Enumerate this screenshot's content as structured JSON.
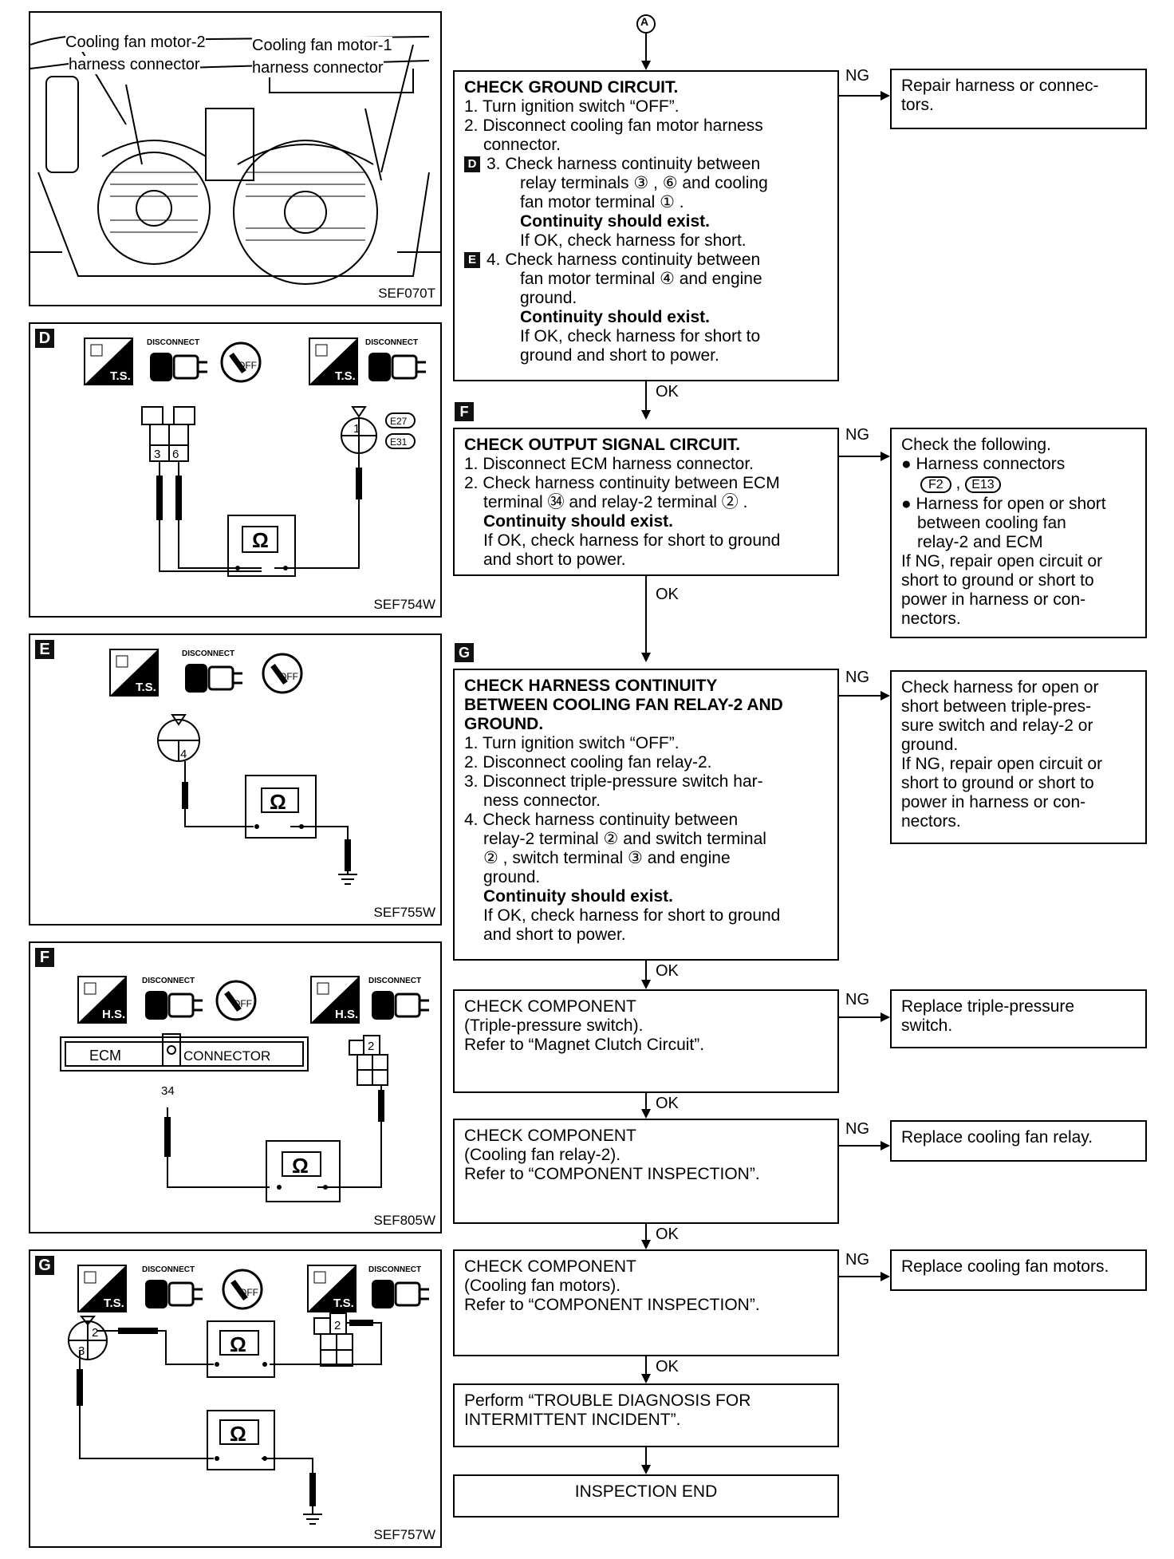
{
  "top_marker": "A",
  "photo_panel": {
    "label_motor2": "Cooling fan motor-2",
    "label_motor2_b": "harness connector",
    "label_motor1": "Cooling fan motor-1",
    "label_motor1_b": "harness connector",
    "code": "SEF070T"
  },
  "panel_d": {
    "letter": "D",
    "code": "SEF754W",
    "pins": [
      "3",
      "6"
    ],
    "motor_pin": "1",
    "conn1": "E27",
    "conn2": "E31"
  },
  "panel_e": {
    "letter": "E",
    "code": "SEF755W",
    "pin": "4"
  },
  "panel_f": {
    "letter": "F",
    "code": "SEF805W",
    "ecm": "ECM",
    "connector": "CONNECTOR",
    "pin": "34",
    "relay_pin": "2"
  },
  "panel_g": {
    "letter": "G",
    "code": "SEF757W",
    "pin_a": "2",
    "pin_b": "3",
    "relay_pin": "2"
  },
  "icons": {
    "ts": "T.S.",
    "hs": "H.S.",
    "disconnect": "DISCONNECT",
    "off": "OFF",
    "ohm": "Ω"
  },
  "flow": {
    "ng": "NG",
    "ok": "OK",
    "box1": {
      "title": "CHECK GROUND CIRCUIT.",
      "s1": "1. Turn ignition switch “OFF”.",
      "s2": "2. Disconnect cooling fan motor harness",
      "s2b": "connector.",
      "s3": "3. Check harness continuity between",
      "s3b": "relay terminals ③ , ⑥ and cooling",
      "s3c": "fan motor terminal ① .",
      "s3d": "Continuity should exist.",
      "s3e": "If OK, check harness for short.",
      "s4": "4. Check harness continuity between",
      "s4b": "fan motor terminal ④ and engine",
      "s4c": "ground.",
      "s4d": "Continuity should exist.",
      "s4e": "If OK, check harness for short to",
      "s4f": "ground and short to power.",
      "tag3": "D",
      "tag4": "E"
    },
    "box1_ng": {
      "l1": "Repair harness or connec-",
      "l2": "tors."
    },
    "box2_tag": "F",
    "box2": {
      "title": "CHECK OUTPUT SIGNAL CIRCUIT.",
      "s1": "1. Disconnect ECM harness connector.",
      "s2": "2. Check harness continuity between ECM",
      "s2b": "terminal ㉞ and relay-2 terminal ② .",
      "s2c": "Continuity should exist.",
      "s2d": "If OK, check harness for short to ground",
      "s2e": "and short to power."
    },
    "box2_ng": {
      "l1": "Check the following.",
      "l2": "● Harness connectors",
      "l3a": "F2",
      "l3b": "E13",
      "l4": "● Harness for open or short",
      "l5": "between cooling fan",
      "l6": "relay-2 and ECM",
      "l7": "If NG, repair open circuit or",
      "l8": "short to ground or short to",
      "l9": "power in harness or con-",
      "l10": "nectors."
    },
    "box3_tag": "G",
    "box3": {
      "t1": "CHECK HARNESS CONTINUITY",
      "t2": "BETWEEN COOLING FAN RELAY-2 AND",
      "t3": "GROUND.",
      "s1": "1. Turn ignition switch “OFF”.",
      "s2": "2. Disconnect cooling fan relay-2.",
      "s3": "3. Disconnect triple-pressure switch har-",
      "s3b": "ness connector.",
      "s4": "4. Check harness continuity between",
      "s4b": "relay-2 terminal ② and switch terminal",
      "s4c": "② , switch terminal ③ and engine",
      "s4d": "ground.",
      "s4e": "Continuity should exist.",
      "s4f": "If OK, check harness for short to ground",
      "s4g": "and short to power."
    },
    "box3_ng": {
      "l1": "Check harness for open or",
      "l2": "short between triple-pres-",
      "l3": "sure switch and relay-2 or",
      "l4": "ground.",
      "l5": "If NG, repair open circuit or",
      "l6": "short to ground or short to",
      "l7": "power in harness or con-",
      "l8": "nectors."
    },
    "box4": {
      "l1": "CHECK COMPONENT",
      "l2": "(Triple-pressure switch).",
      "l3": "Refer to “Magnet Clutch Circuit”."
    },
    "box4_ng": {
      "l1": "Replace triple-pressure",
      "l2": "switch."
    },
    "box5": {
      "l1": "CHECK COMPONENT",
      "l2": "(Cooling fan relay-2).",
      "l3": "Refer to “COMPONENT INSPECTION”."
    },
    "box5_ng": {
      "l1": "Replace cooling fan relay."
    },
    "box6": {
      "l1": "CHECK COMPONENT",
      "l2": "(Cooling fan motors).",
      "l3": "Refer to “COMPONENT INSPECTION”."
    },
    "box6_ng": {
      "l1": "Replace cooling fan motors."
    },
    "box7": {
      "l1": "Perform “TROUBLE DIAGNOSIS FOR",
      "l2": "INTERMITTENT INCIDENT”."
    },
    "box8": {
      "l1": "INSPECTION END"
    }
  }
}
